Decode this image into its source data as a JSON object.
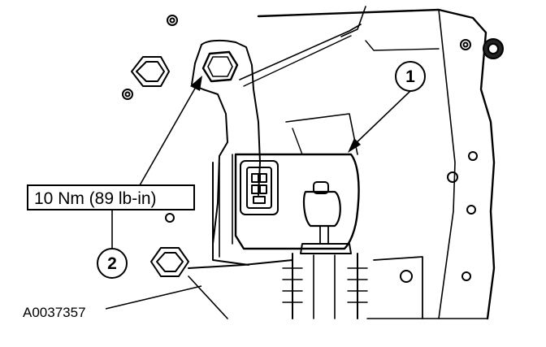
{
  "figure": {
    "reference_code": "A0037357",
    "torque_spec": "10 Nm (89 lb-in)",
    "callouts": [
      {
        "number": "1"
      },
      {
        "number": "2"
      }
    ]
  }
}
